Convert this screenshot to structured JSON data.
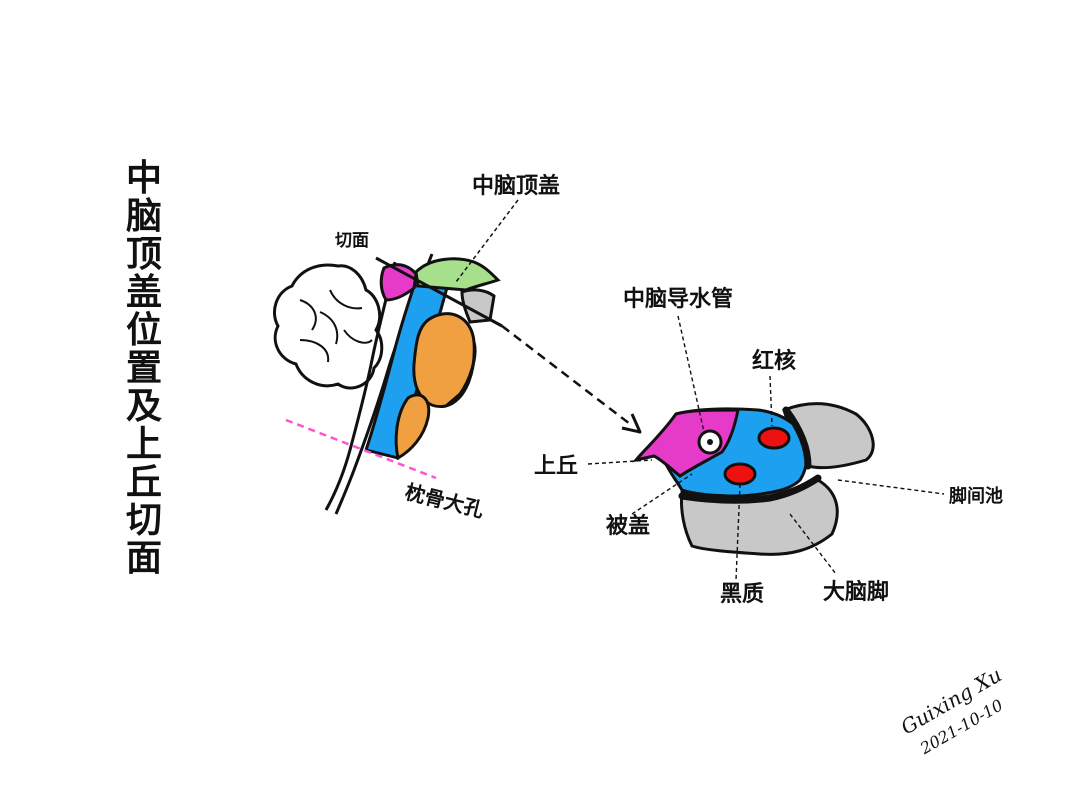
{
  "title": "中脑顶盖位置及上丘切面",
  "left_figure": {
    "label_tectum": "中脑顶盖",
    "label_section": "切面",
    "label_foramen": "枕骨大孔"
  },
  "section_figure": {
    "label_aqueduct": "中脑导水管",
    "label_red_nucleus": "红核",
    "label_superior_colliculus": "上丘",
    "label_tegmentum": "被盖",
    "label_interpeduncular_cistern": "脚间池",
    "label_substantia_nigra": "黑质",
    "label_cerebral_peduncle": "大脑脚"
  },
  "signature": {
    "name": "Guixing Xu",
    "date": "2021-10-10"
  },
  "colors": {
    "tectum_green": "#a6e08c",
    "superior_colliculus_magenta": "#e63ac8",
    "tegmentum_blue": "#1ea0f0",
    "pons_orange": "#f0a040",
    "peduncle_gray": "#c8c8c8",
    "red_nucleus": "#ee1111",
    "foramen_line_pink": "#ff55cc"
  }
}
